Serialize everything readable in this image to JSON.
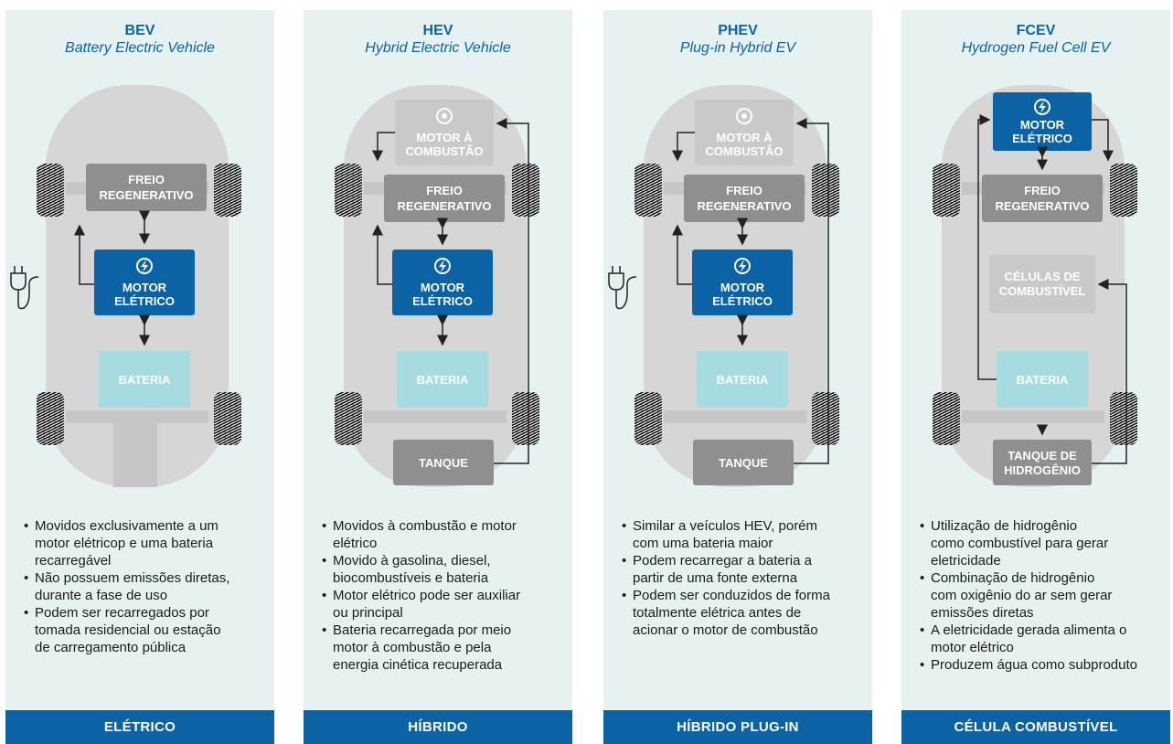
{
  "colors": {
    "panel_bg": "#e6f2f2",
    "brand_blue": "#0b63a5",
    "gray_box": "#8f8f8f",
    "light_gray_box": "#c9c9c9",
    "battery": "#a6dbe0",
    "car_body": "#d6d6d6"
  },
  "panels": [
    {
      "code": "BEV",
      "full_name": "Battery Electric Vehicle",
      "motor_label": [
        "MOTOR",
        "ELÉTRICO"
      ],
      "brake_label": [
        "FREIO",
        "REGENERATIVO"
      ],
      "battery_label": "BATERIA",
      "bullets": [
        [
          "Movidos exclusivamente a um",
          "motor elétricop e uma bateria",
          "recarregável"
        ],
        [
          "Não possuem emissões diretas,",
          "durante a fase de uso"
        ],
        [
          "Podem ser recarregados por",
          "tomada residencial ou estação",
          "de carregamento pública"
        ]
      ],
      "footer": "ELÉTRICO"
    },
    {
      "code": "HEV",
      "full_name": "Hybrid Electric Vehicle",
      "engine_label": [
        "MOTOR À",
        "COMBUSTÃO"
      ],
      "brake_label": [
        "FREIO",
        "REGENERATIVO"
      ],
      "motor_label": [
        "MOTOR",
        "ELÉTRICO"
      ],
      "battery_label": "BATERIA",
      "tank_label": "TANQUE",
      "bullets": [
        [
          "Movidos à combustão e motor",
          "elétrico"
        ],
        [
          "Movido à gasolina, diesel,",
          "biocombustíveis e bateria"
        ],
        [
          "Motor elétrico pode ser auxiliar",
          "ou principal"
        ],
        [
          "Bateria recarregada por meio",
          "motor à combustão e pela",
          "energia cinética recuperada"
        ]
      ],
      "footer": "HÍBRIDO"
    },
    {
      "code": "PHEV",
      "full_name": "Plug-in Hybrid EV",
      "engine_label": [
        "MOTOR À",
        "COMBUSTÃO"
      ],
      "brake_label": [
        "FREIO",
        "REGENERATIVO"
      ],
      "motor_label": [
        "MOTOR",
        "ELÉTRICO"
      ],
      "battery_label": "BATERIA",
      "tank_label": "TANQUE",
      "bullets": [
        [
          "Similar a veículos HEV, porém",
          "com uma bateria maior"
        ],
        [
          "Podem recarregar a bateria a",
          "partir de uma fonte externa"
        ],
        [
          "Podem ser conduzidos de forma",
          "totalmente elétrica antes de",
          "acionar o motor de combustão"
        ]
      ],
      "footer": "HÍBRIDO PLUG-IN"
    },
    {
      "code": "FCEV",
      "full_name": "Hydrogen Fuel Cell EV",
      "motor_label": [
        "MOTOR",
        "ELÉTRICO"
      ],
      "brake_label": [
        "FREIO",
        "REGENERATIVO"
      ],
      "fuelcell_label": [
        "CÉLULAS DE",
        "COMBUSTÍVEL"
      ],
      "battery_label": "BATERIA",
      "h2tank_label": [
        "TANQUE DE",
        "HIDROGÊNIO"
      ],
      "bullets": [
        [
          "Utilização de hidrogênio",
          "como combustível para gerar",
          "eletricidade"
        ],
        [
          "Combinação de hidrogênio",
          "com oxigênio do ar sem gerar",
          "emissões diretas"
        ],
        [
          "A eletricidade gerada alimenta o",
          "motor elétrico"
        ],
        [
          "Produzem água como subproduto"
        ]
      ],
      "footer": "CÉLULA COMBUSTÍVEL"
    }
  ]
}
